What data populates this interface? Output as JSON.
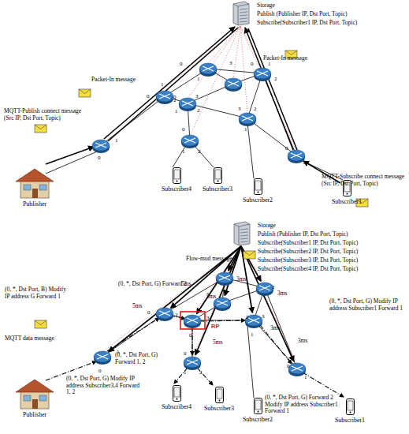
{
  "diagram": {
    "nodes": [
      {
        "text": [
          "Storage",
          "Publish (Publisher IP, Dst Port, Topic)",
          "Subscribe(Subscriber1 IP, Dst Port, Topic)"
        ]
      },
      {
        "text": [
          "Publisher"
        ]
      },
      {
        "text": [
          "Subscriber4"
        ]
      },
      {
        "text": [
          "Subscriber3"
        ]
      },
      {
        "text": [
          "Subscriber2"
        ]
      },
      {
        "text": [
          "Subscriber1"
        ]
      },
      {
        "text": [
          "Storage",
          "Publish (Publisher IP, Dst Port, Topic)",
          "Subscribe(Subscriber1 IP, Dst Port, Topic)",
          "Subscribe(Subscriber2 IP, Dst Port, Topic)",
          "Subscribe(Subscriber3 IP, Dst Port, Topic)",
          "Subscribe(Subscriber4 IP, Dst Port, Topic)"
        ]
      },
      {
        "text": [
          "Publisher"
        ]
      },
      {
        "text": [
          "Subscriber4"
        ]
      },
      {
        "text": [
          "Subscriber3"
        ]
      },
      {
        "text": [
          "Subscriber2"
        ]
      },
      {
        "text": [
          "Subscriber1"
        ]
      }
    ],
    "labels": [
      "Packet-In message",
      "Packet-In message",
      "MQTT-Publish connect message (Src IP, Dst Port, Topic)",
      "MQTT-Subscribe connect message (Src IP, Dst Port, Topic)",
      "1",
      "0",
      "0",
      "1",
      "2",
      "0",
      "1",
      "3",
      "0",
      "3",
      "1",
      "2",
      "0",
      "1",
      "2",
      "3",
      "2",
      "1",
      "0",
      "1",
      "2",
      "0",
      "1",
      "Flow-mod message",
      "(0, *, Dst Port, B) Modify IP address G Forward 1",
      "(0, *, Dst Port, G) Forward 2",
      "MQTT data message",
      "(0, *, Dst Port, G) Forward 1, 2",
      "(0, *, Dst Port, G) Modify IP address Subscriber3,4 Forward 1, 2",
      "(0, *, Dst Port, G) Modify IP address Subscriber1 Forward 1",
      "(0, *, Dst Port, G) Forward 2 Modify IP address Subscriber1 Forward 1",
      "5ms",
      "5ms",
      "5ms",
      "5ms",
      "3ms",
      "3ms",
      "3ms",
      "3ms",
      "RP",
      "1",
      "0",
      "0",
      "2",
      "3",
      "0",
      "2",
      "3",
      "1",
      "0",
      "1",
      "2",
      "0",
      "1",
      "2",
      "1"
    ]
  }
}
